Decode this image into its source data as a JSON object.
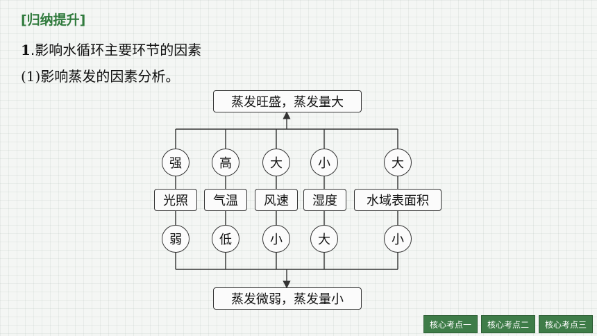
{
  "section_tag": "[归纳提升]",
  "heading": {
    "number": "1",
    "text": ".影响水循环主要环节的因素"
  },
  "subheading": {
    "paren": "(1)",
    "text": "影响蒸发的因素分析。"
  },
  "diagram": {
    "top_result": "蒸发旺盛，蒸发量大",
    "bottom_result": "蒸发微弱，蒸发量小",
    "factors": [
      {
        "label": "光照",
        "high": "强",
        "low": "弱"
      },
      {
        "label": "气温",
        "high": "高",
        "low": "低"
      },
      {
        "label": "风速",
        "high": "大",
        "low": "小"
      },
      {
        "label": "湿度",
        "high": "小",
        "low": "大"
      },
      {
        "label": "水域表面积",
        "high": "大",
        "low": "小"
      }
    ]
  },
  "nav": {
    "buttons": [
      "核心考点一",
      "核心考点二",
      "核心考点三"
    ]
  },
  "colors": {
    "accent": "#2f7a3c",
    "nav_bg": "#3e7c48"
  }
}
